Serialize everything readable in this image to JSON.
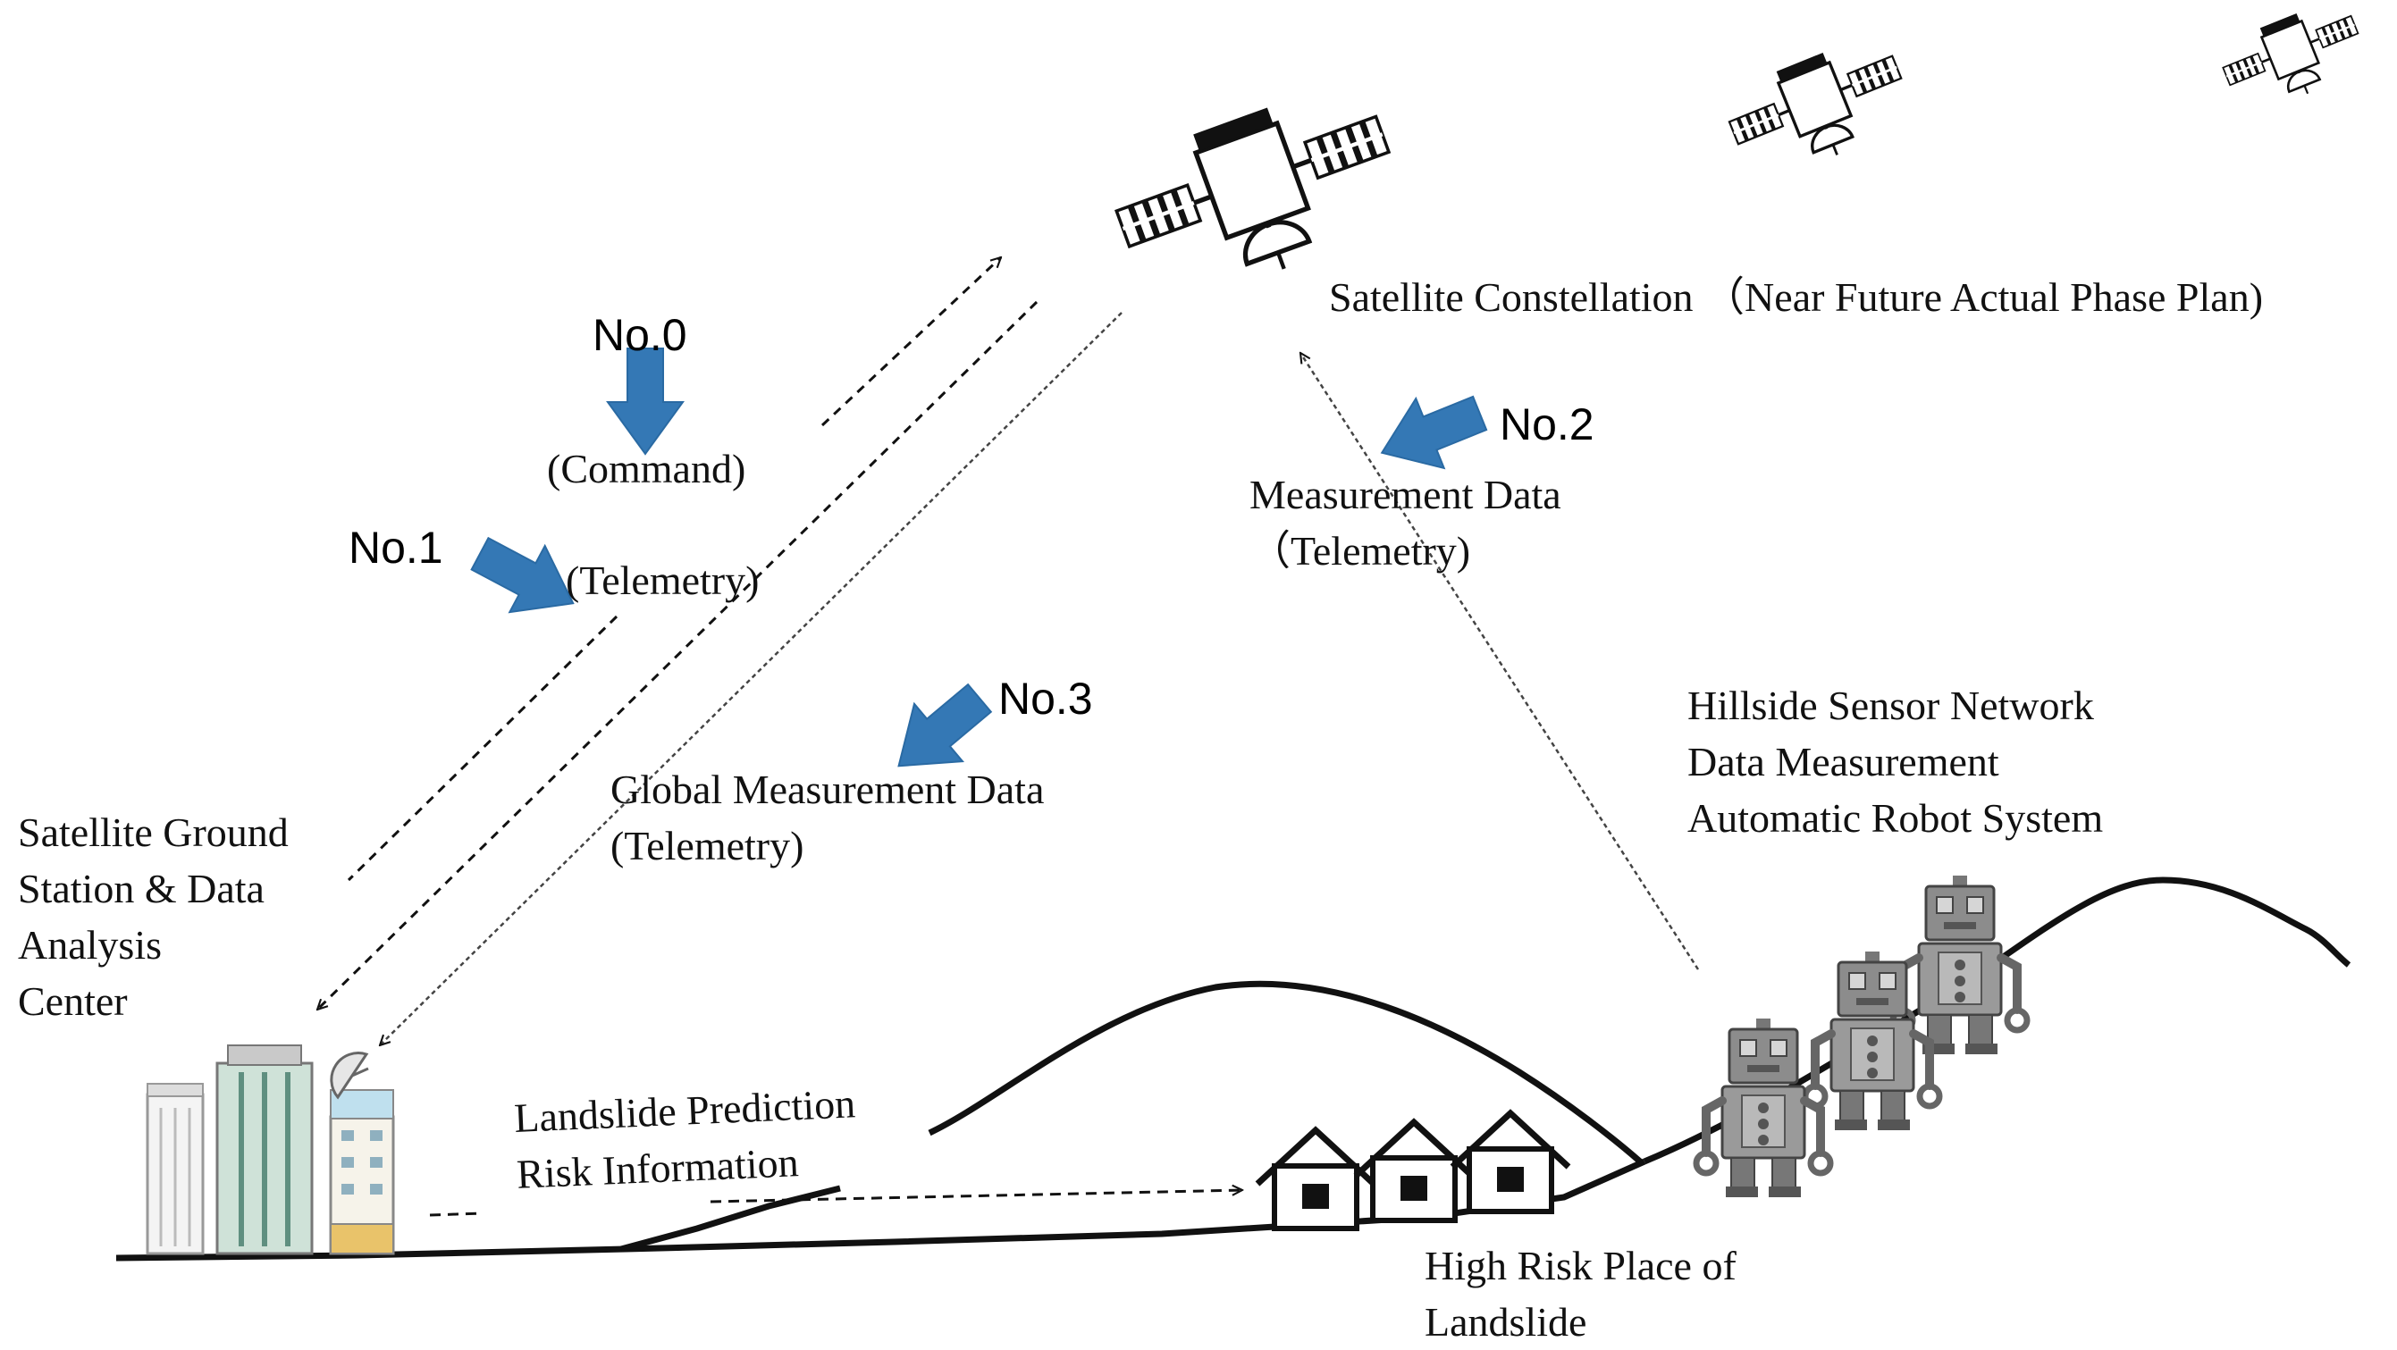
{
  "steps": {
    "no0": "No.0",
    "no1": "No.1",
    "no2": "No.2",
    "no3": "No.3"
  },
  "labels": {
    "command": "(Command)",
    "telemetry": "(Telemetry)",
    "constellation": "Satellite Constellation （Near Future Actual Phase Plan)",
    "measurement": [
      "Measurement Data",
      "（Telemetry)"
    ],
    "global_measurement": [
      "Global Measurement Data",
      "(Telemetry)"
    ],
    "hillside": [
      "Hillside Sensor Network",
      "Data Measurement",
      "Automatic Robot System"
    ],
    "ground_station": [
      "Satellite Ground",
      "Station & Data",
      "Analysis",
      "Center"
    ],
    "prediction": [
      "Landslide Prediction",
      "Risk Information"
    ],
    "high_risk": [
      "High Risk Place of",
      "Landslide"
    ]
  },
  "colors": {
    "step_arrow": "#3478B5",
    "ink": "#111111",
    "robot": "#8c8c8c"
  },
  "icons": {
    "satellite": "satellite-icon",
    "robot": "robot-icon",
    "house": "house-icon",
    "building": "building-icon",
    "dish": "satellite-dish-icon"
  }
}
